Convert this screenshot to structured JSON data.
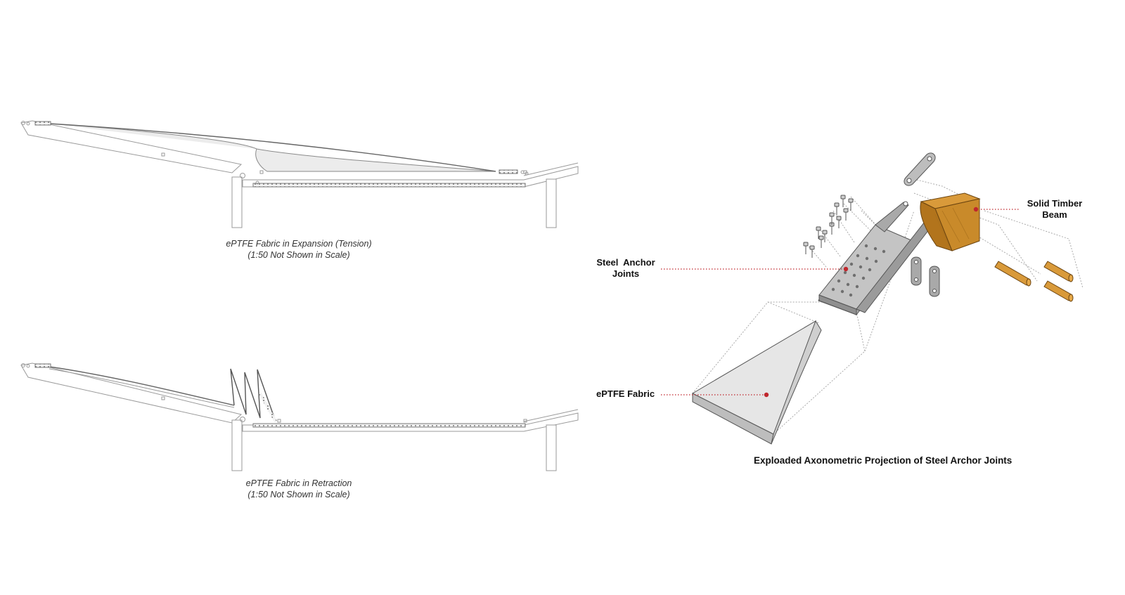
{
  "diagrams": {
    "expansion": {
      "caption_line1": "ePTFE Fabric in Expansion (Tension)",
      "caption_line2": "(1:50 Not Shown in Scale)"
    },
    "retraction": {
      "caption_line1": "ePTFE Fabric in Retraction",
      "caption_line2": "(1:50 Not Shown in Scale)"
    },
    "axonometric": {
      "title": "Exploaded Axonometric Projection of Steel Archor Joints",
      "labels": {
        "timber_line1": "Solid Timber",
        "timber_line2": "Beam",
        "steel_line1": "Steel  Anchor",
        "steel_line2": "Joints",
        "fabric": "ePTFE Fabric"
      }
    }
  },
  "colors": {
    "line": "#8a8a8a",
    "fabric_fill": "#ececec",
    "timber": "#c98a2a",
    "steel": "#b9b9b9",
    "leader": "#c0272d"
  }
}
